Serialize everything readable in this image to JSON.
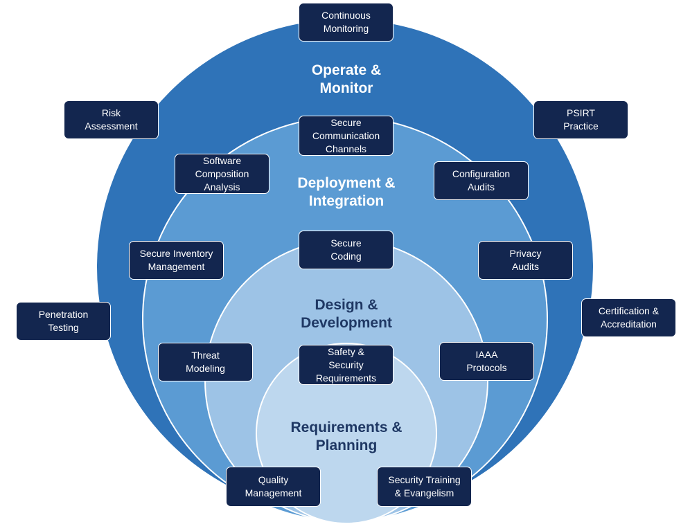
{
  "phases": {
    "operate": "Operate &\nMonitor",
    "deploy": "Deployment &\nIntegration",
    "design": "Design &\nDevelopment",
    "requirements": "Requirements &\nPlanning"
  },
  "activities": {
    "continuous_monitoring": "Continuous\nMonitoring",
    "risk_assessment": "Risk\nAssessment",
    "psirt_practice": "PSIRT\nPractice",
    "secure_comm_channels": "Secure\nCommunication\nChannels",
    "software_composition": "Software\nComposition\nAnalysis",
    "configuration_audits": "Configuration\nAudits",
    "secure_inventory": "Secure Inventory\nManagement",
    "secure_coding": "Secure\nCoding",
    "privacy_audits": "Privacy\nAudits",
    "penetration_testing": "Penetration\nTesting",
    "certification": "Certification &\nAccreditation",
    "threat_modeling": "Threat\nModeling",
    "safety_security_req": "Safety &\nSecurity\nRequirements",
    "iaaa_protocols": "IAAA\nProtocols",
    "quality_management": "Quality\nManagement",
    "security_training": "Security Training\n& Evangelism"
  },
  "colors": {
    "outer_ring": "#2f73b8",
    "deploy_ring": "#5b9bd3",
    "design_ring": "#9dc3e6",
    "requirements_ring": "#bdd7ee",
    "box_fill": "#13264f",
    "dark_text": "#1f3864"
  }
}
